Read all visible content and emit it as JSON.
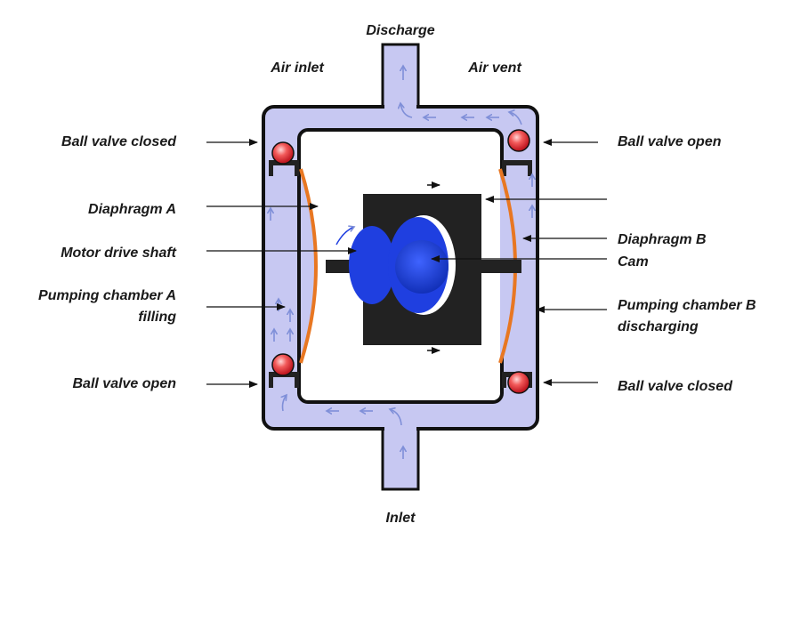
{
  "labels": {
    "discharge": "Discharge",
    "air_inlet": "Air inlet",
    "air_vent": "Air vent",
    "inlet": "Inlet",
    "ball_valve_closed_top_left": "Ball valve closed",
    "diaphragm_a": "Diaphragm A",
    "motor_drive_shaft": "Motor drive shaft",
    "pumping_chamber_a_line1": "Pumping chamber A",
    "pumping_chamber_a_line2": "filling",
    "ball_valve_open_bottom_left": "Ball valve open",
    "ball_valve_open_top_right": "Ball valve open",
    "diaphragm_b": "Diaphragm B",
    "cam": "Cam",
    "pumping_chamber_b_line1": "Pumping chamber B",
    "pumping_chamber_b_line2": "discharging",
    "ball_valve_closed_bottom_right": "Ball valve closed"
  },
  "colors": {
    "fluid": "#c7c8f2",
    "flow_arrow": "#7f8fd8",
    "outline": "#111111",
    "diaphragm": "#e87722",
    "ball": "#e8323c",
    "cam_block": "#222222",
    "cam": "#1f3fe0"
  }
}
